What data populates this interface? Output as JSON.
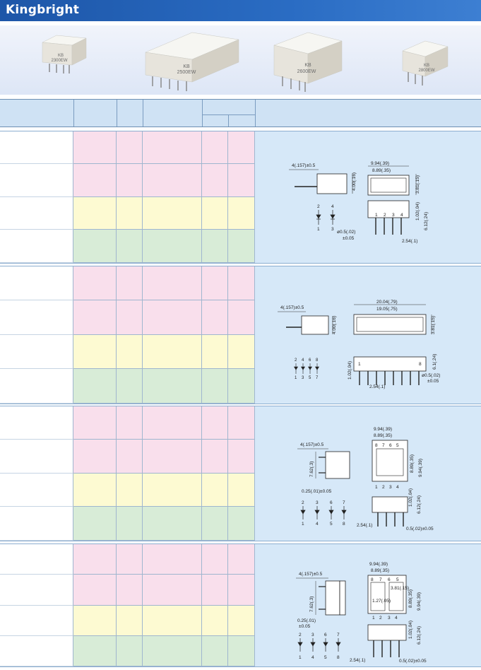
{
  "header": {
    "brand": "Kingbright"
  },
  "photos": [
    {
      "id": "p1",
      "label_top": "KB",
      "label_bottom": "2300EW"
    },
    {
      "id": "p2",
      "label_top": "KB",
      "label_bottom": "2500EW"
    },
    {
      "id": "p3",
      "label_top": "KB",
      "label_bottom": "2600EW"
    },
    {
      "id": "p4",
      "label_top": "KB",
      "label_bottom": "2800EW"
    }
  ],
  "drawings": {
    "d1": {
      "dim_lead": "4(.157)±0.5",
      "dim_depth": "4.00(.16)",
      "dim_width_outer": "9.94(.39)",
      "dim_width_inner": "8.89(.35)",
      "dim_height": "3.81(.15)",
      "dim_pin_len": "6.12(.24)",
      "dim_body": "1.02(.04)",
      "dim_pin_dia": "ø0.5(.02)",
      "dim_pin_tol": "±0.05",
      "dim_pitch": "2.54(.1)",
      "pins": [
        "1",
        "2",
        "3",
        "4"
      ],
      "diode_top": [
        "2",
        "4"
      ],
      "diode_bottom": [
        "1",
        "3"
      ]
    },
    "d2": {
      "dim_lead": "4(.157)±0.5",
      "dim_depth": "4.00(.16)",
      "dim_width_outer": "20.04(.79)",
      "dim_width_inner": "19.05(.75)",
      "dim_height": "3.81(.15)",
      "dim_pin_len": "6.1(.24)",
      "dim_body": "1.02(.04)",
      "dim_pin_dia": "ø0.5(.02)",
      "dim_pin_tol": "±0.05",
      "dim_pitch": "2.54(.1)",
      "pin_first": "1",
      "pin_last": "8",
      "diode_top": [
        "2",
        "4",
        "6",
        "8"
      ],
      "diode_bottom": [
        "1",
        "3",
        "5",
        "7"
      ]
    },
    "d3": {
      "dim_lead": "4(.157)±0.5",
      "dim_depth": "7.62(.3)",
      "dim_width_outer": "9.94(.39)",
      "dim_width_inner": "8.89(.35)",
      "dim_side_inner": "8.89(.35)",
      "dim_side_outer": "9.94(.39)",
      "dim_pin_thick": "0.25(.01)±0.05",
      "dim_body": "1.02(.04)",
      "dim_pin_len": "6.12(.24)",
      "dim_pitch": "2.54(.1)",
      "dim_pin_dia": "0.5(.02)±0.05",
      "pins_top": [
        "8",
        "7",
        "6",
        "5"
      ],
      "pins_bottom": [
        "1",
        "2",
        "3",
        "4"
      ],
      "diode_top": [
        "2",
        "3",
        "6",
        "7"
      ],
      "diode_bottom": [
        "1",
        "4",
        "5",
        "8"
      ]
    },
    "d4": {
      "dim_lead": "4(.157)±0.5",
      "dim_depth": "7.62(.3)",
      "dim_width_outer": "9.94(.39)",
      "dim_width_inner": "8.89(.35)",
      "dim_small_h": "3.81(.15)",
      "dim_gap": "1.27(.05)",
      "dim_side_inner": "8.89(.35)",
      "dim_side_outer": "9.94(.39)",
      "dim_pin_thick": "0.25(.01)",
      "dim_pin_thick_tol": "±0.05",
      "dim_body": "1.02(.04)",
      "dim_pin_len": "6.12(.24)",
      "dim_pitch": "2.54(.1)",
      "dim_pin_dia": "0.5(.02)±0.05",
      "pins_top": [
        "8",
        "7",
        "6",
        "5"
      ],
      "pins_bottom": [
        "1",
        "2",
        "3",
        "4"
      ],
      "diode_top": [
        "2",
        "3",
        "6",
        "7"
      ],
      "diode_bottom": [
        "1",
        "4",
        "5",
        "8"
      ]
    }
  }
}
